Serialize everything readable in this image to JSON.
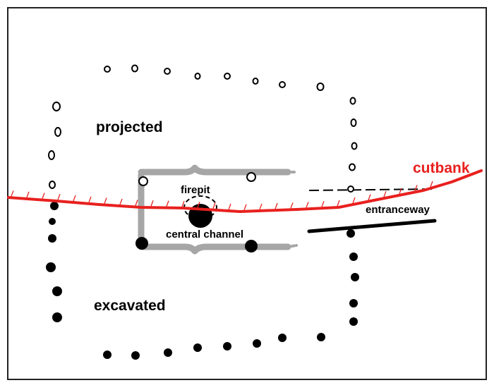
{
  "labels": {
    "projected": "projected",
    "excavated": "excavated",
    "firepit": "firepit",
    "central_channel": "central channel",
    "cutbank": "cutbank",
    "entranceway": "entranceway"
  },
  "colors": {
    "cutbank": "#e8201e",
    "ink": "#000000",
    "channel": "#a6a6a6",
    "frame": "#222222"
  },
  "legend_semantics": {
    "open_circle": "projected post hole",
    "filled_circle": "excavated post hole"
  }
}
